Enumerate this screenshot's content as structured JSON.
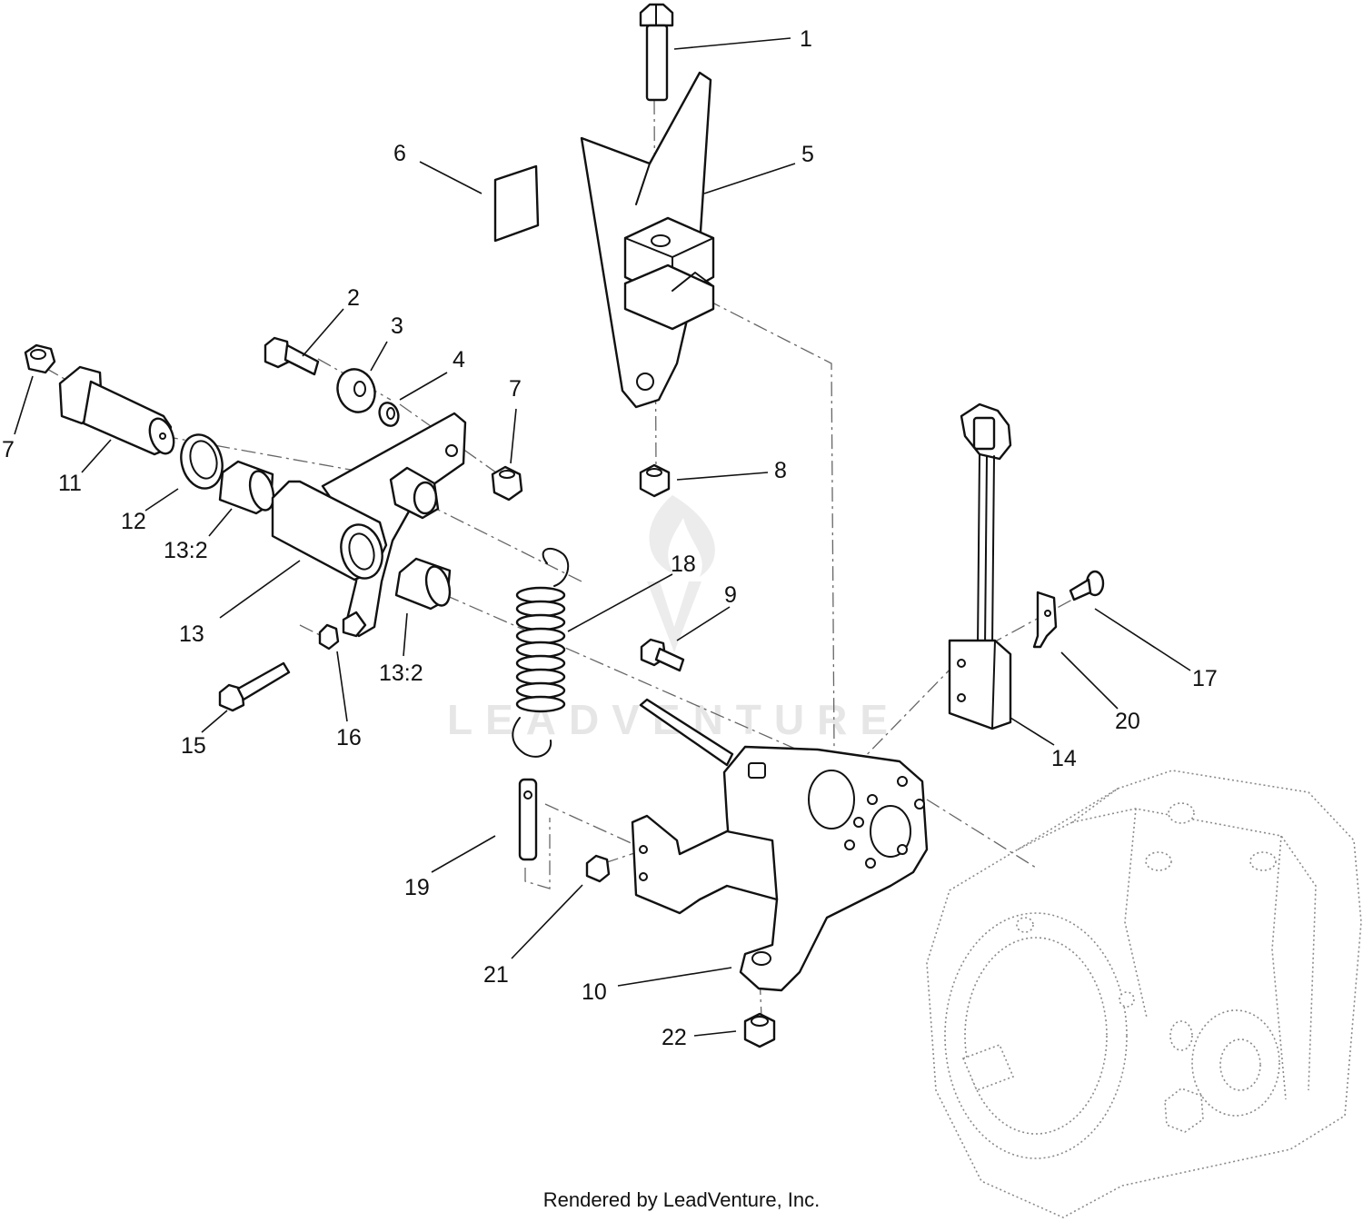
{
  "diagram": {
    "callouts": {
      "c1": "1",
      "c2": "2",
      "c3": "3",
      "c4": "4",
      "c5": "5",
      "c6": "6",
      "c7a": "7",
      "c7b": "7",
      "c8": "8",
      "c9": "9",
      "c10": "10",
      "c11": "11",
      "c12": "12",
      "c13": "13",
      "c13_2a": "13:2",
      "c13_2b": "13:2",
      "c14": "14",
      "c15": "15",
      "c16": "16",
      "c17": "17",
      "c18": "18",
      "c19": "19",
      "c20": "20",
      "c21": "21",
      "c22": "22"
    },
    "watermark": "LEADVENTURE"
  },
  "footer": {
    "credit": "Rendered by LeadVenture, Inc."
  }
}
